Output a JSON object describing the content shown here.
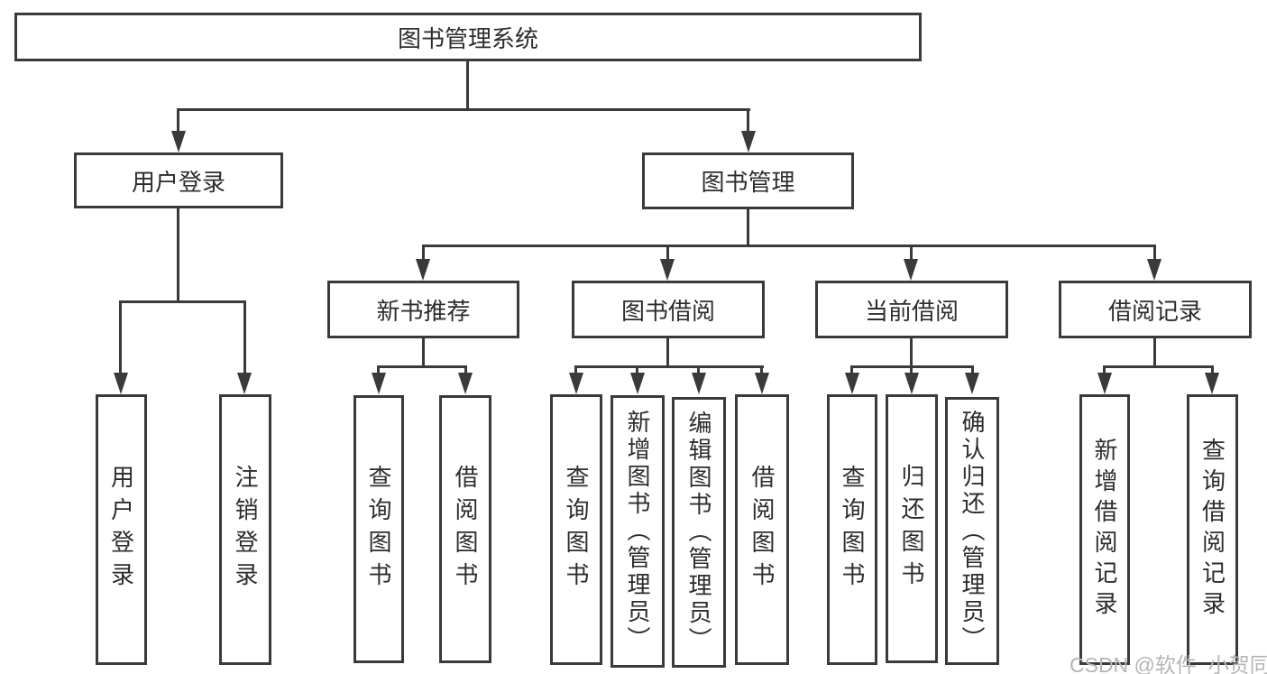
{
  "diagram": {
    "title": "图书管理系统",
    "colors": {
      "line": "#3a3a3a",
      "text": "#2d2d2d",
      "watermark": "#b5b5b5",
      "background": "#ffffff"
    },
    "nodes": {
      "root": "图书管理系统",
      "user_login": "用户登录",
      "book_management": "图书管理",
      "new_book_recommend": "新书推荐",
      "book_borrow": "图书借阅",
      "current_borrow": "当前借阅",
      "borrow_records": "借阅记录",
      "ul_user_login": "用户登录",
      "ul_logout": "注销登录",
      "nbr_query_books": "查询图书",
      "nbr_borrow_books": "借阅图书",
      "bb_query_books": "查询图书",
      "bb_add_books": "新增图书（管理员）",
      "bb_edit_books": "编辑图书（管理员）",
      "bb_borrow_books": "借阅图书",
      "cb_query_books": "查询图书",
      "cb_return_books": "归还图书",
      "cb_confirm_return": "确认归还（管理员）",
      "br_add_record": "新增借阅记录",
      "br_query_record": "查询借阅记录"
    }
  },
  "watermark": {
    "text": "CSDN @软件_小贺同学"
  }
}
